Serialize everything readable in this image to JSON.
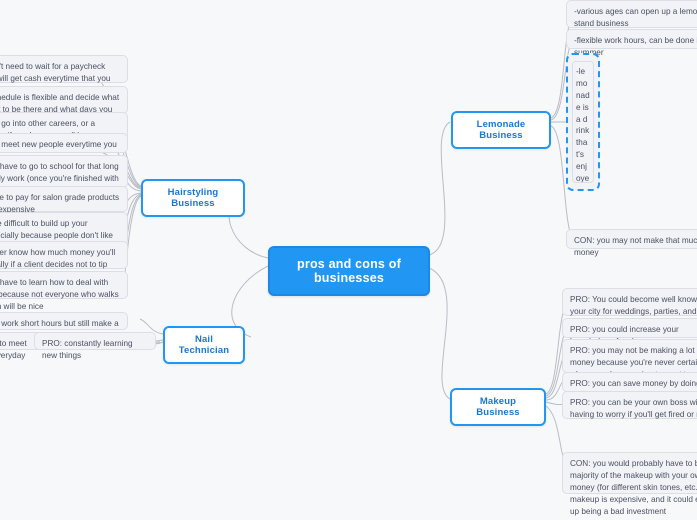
{
  "app": {
    "canvas_background": "#f7f8fa",
    "accent_color": "#2196f3",
    "node_text_color": "#1976d2",
    "leaf_background": "#f2f3f7"
  },
  "mindmap": {
    "root": {
      "label": "pros and cons of businesses"
    },
    "branches": [
      {
        "id": "hairstyling",
        "label": "Hairstyling Business"
      },
      {
        "id": "nail",
        "label": "Nail Technician"
      },
      {
        "id": "lemonade",
        "label": "Lemonade Business"
      },
      {
        "id": "makeup",
        "label": "Makeup Business"
      }
    ],
    "leaves": {
      "hairstyling": [
        {
          "id": "h1",
          "text": "PRO: you don't need to wait for a paycheck because you will get cash everytime that you cut someone's hair"
        },
        {
          "id": "h2",
          "text": "PRO: your schedule is flexible and decide what days you want to be there and what days you don't want to be there"
        },
        {
          "id": "h3",
          "text": "PRO: you can go into other careers, or a bigger business if you become well known"
        },
        {
          "id": "h4",
          "text": "PRO: you can meet new people everytime you work"
        },
        {
          "id": "h5",
          "text": "CON: you will have to go to school for that long so you can only work (once you're finished with school)after you get your license"
        },
        {
          "id": "h6",
          "text": "CON: you have to pay for salon grade products which can be expensive"
        },
        {
          "id": "h7",
          "text": "CON: it can be difficult to build up your clientele, especially because people don't like to wait a couple of months before a haircut"
        },
        {
          "id": "h8",
          "text": "CON: you never know how much money you'll make, especially if a client decides not to tip you"
        },
        {
          "id": "h9",
          "text": "CON: you will have to learn how to deal with picky people, because not everyone who walks into your salon will be nice"
        }
      ],
      "nail": [
        {
          "id": "n1",
          "text": "PRO: you can work short hours but still make a lot of money"
        },
        {
          "id": "n2",
          "text": "PRO: you get to meet new people everyday"
        },
        {
          "id": "n3",
          "text": "PRO: constantly learning new things"
        }
      ],
      "lemonade": [
        {
          "id": "l1",
          "text": "-various ages can open up a lemonade stand business"
        },
        {
          "id": "l2",
          "text": "-flexible work hours, can be done in the summer"
        },
        {
          "id": "l3",
          "text": "-lemonade is a drink that's enjoyed by many so business will be plentiful",
          "selected": true
        },
        {
          "id": "l4",
          "text": "CON: you may not make that much money"
        }
      ],
      "makeup": [
        {
          "id": "m1",
          "text": "PRO: You could become well known in your city for weddings, parties, and baby showers"
        },
        {
          "id": "m2",
          "text": "PRO: you could increase your knowledge of makeup"
        },
        {
          "id": "m3",
          "text": "PRO: you may not be making a lot of money because you're never certain when people are going to want to get their makeup done"
        },
        {
          "id": "m4",
          "text": "PRO: you can save money by doing it out of your home"
        },
        {
          "id": "m5",
          "text": "PRO: you can be your own boss without having to worry if you'll get fired or not"
        },
        {
          "id": "m6",
          "text": "CON: you would probably have to buy majority of the makeup with your own money (for different skin tones, etc.) and makeup is expensive, and it could end up being a bad investment"
        }
      ]
    }
  }
}
